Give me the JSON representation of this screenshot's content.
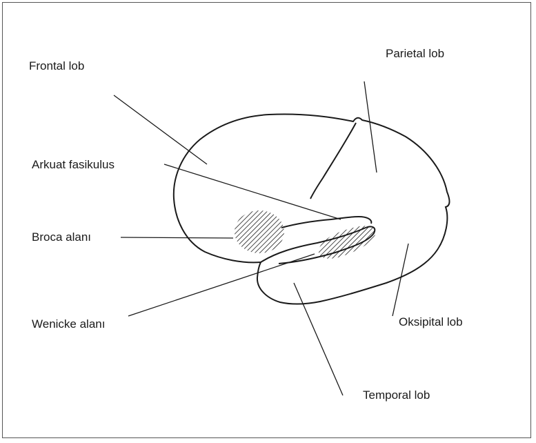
{
  "labels": {
    "frontal": "Frontal lob",
    "parietal": "Parietal lob",
    "arkuat": "Arkuat fasikulus",
    "broca": "Broca alanı",
    "wenicke": "Wenicke alanı",
    "oksipital": "Oksipital lob",
    "temporal": "Temporal lob"
  },
  "colors": {
    "stroke": "#1a1a1a",
    "frame": "#555555",
    "background": "#ffffff"
  }
}
